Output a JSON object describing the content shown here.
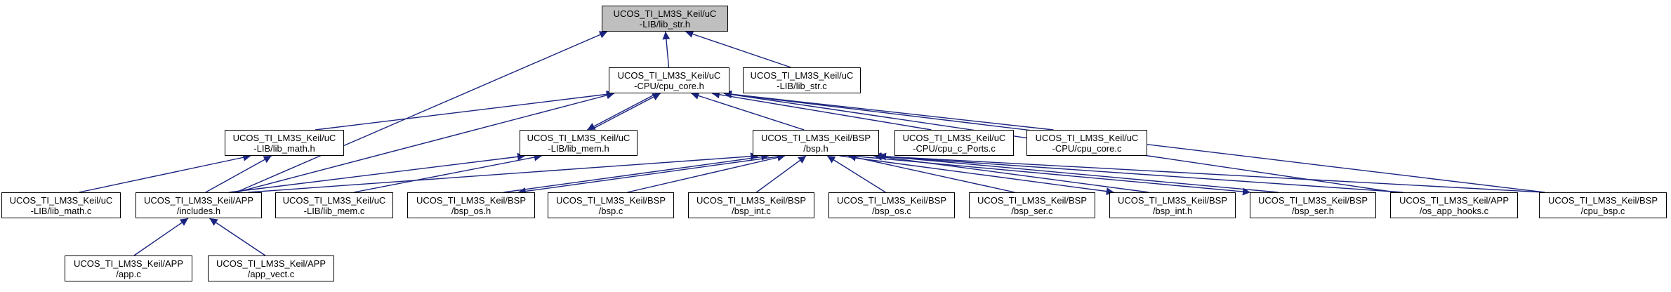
{
  "nodes": {
    "lib_str_h": {
      "line1": "UCOS_TI_LM3S_Keil/uC",
      "line2": "-LIB/lib_str.h",
      "current": true
    },
    "cpu_core_h": {
      "line1": "UCOS_TI_LM3S_Keil/uC",
      "line2": "-CPU/cpu_core.h"
    },
    "lib_str_c": {
      "line1": "UCOS_TI_LM3S_Keil/uC",
      "line2": "-LIB/lib_str.c"
    },
    "lib_math_h": {
      "line1": "UCOS_TI_LM3S_Keil/uC",
      "line2": "-LIB/lib_math.h"
    },
    "lib_mem_h": {
      "line1": "UCOS_TI_LM3S_Keil/uC",
      "line2": "-LIB/lib_mem.h"
    },
    "bsp_h": {
      "line1": "UCOS_TI_LM3S_Keil/BSP",
      "line2": "/bsp.h"
    },
    "cpu_c_ports": {
      "line1": "UCOS_TI_LM3S_Keil/uC",
      "line2": "-CPU/cpu_c_Ports.c"
    },
    "cpu_core_c": {
      "line1": "UCOS_TI_LM3S_Keil/uC",
      "line2": "-CPU/cpu_core.c"
    },
    "lib_math_c": {
      "line1": "UCOS_TI_LM3S_Keil/uC",
      "line2": "-LIB/lib_math.c"
    },
    "includes_h": {
      "line1": "UCOS_TI_LM3S_Keil/APP",
      "line2": "/includes.h"
    },
    "lib_mem_c": {
      "line1": "UCOS_TI_LM3S_Keil/uC",
      "line2": "-LIB/lib_mem.c"
    },
    "bsp_os_h": {
      "line1": "UCOS_TI_LM3S_Keil/BSP",
      "line2": "/bsp_os.h"
    },
    "bsp_c": {
      "line1": "UCOS_TI_LM3S_Keil/BSP",
      "line2": "/bsp.c"
    },
    "bsp_int_c": {
      "line1": "UCOS_TI_LM3S_Keil/BSP",
      "line2": "/bsp_int.c"
    },
    "bsp_os_c": {
      "line1": "UCOS_TI_LM3S_Keil/BSP",
      "line2": "/bsp_os.c"
    },
    "bsp_ser_c": {
      "line1": "UCOS_TI_LM3S_Keil/BSP",
      "line2": "/bsp_ser.c"
    },
    "bsp_int_h": {
      "line1": "UCOS_TI_LM3S_Keil/BSP",
      "line2": "/bsp_int.h"
    },
    "bsp_ser_h": {
      "line1": "UCOS_TI_LM3S_Keil/BSP",
      "line2": "/bsp_ser.h"
    },
    "os_app_hooks": {
      "line1": "UCOS_TI_LM3S_Keil/APP",
      "line2": "/os_app_hooks.c"
    },
    "cpu_bsp_c": {
      "line1": "UCOS_TI_LM3S_Keil/BSP",
      "line2": "/cpu_bsp.c"
    },
    "app_c": {
      "line1": "UCOS_TI_LM3S_Keil/APP",
      "line2": "/app.c"
    },
    "app_vect_c": {
      "line1": "UCOS_TI_LM3S_Keil/APP",
      "line2": "/app_vect.c"
    }
  },
  "edges": [
    [
      "cpu_core_h",
      "lib_str_h"
    ],
    [
      "lib_str_c",
      "lib_str_h"
    ],
    [
      "includes_h",
      "lib_str_h"
    ],
    [
      "lib_math_h",
      "cpu_core_h"
    ],
    [
      "lib_mem_h",
      "cpu_core_h"
    ],
    [
      "cpu_core_h",
      "lib_mem_h"
    ],
    [
      "bsp_h",
      "cpu_core_h"
    ],
    [
      "cpu_c_ports",
      "cpu_core_h"
    ],
    [
      "cpu_core_c",
      "cpu_core_h"
    ],
    [
      "includes_h",
      "cpu_core_h"
    ],
    [
      "os_app_hooks",
      "cpu_core_h"
    ],
    [
      "cpu_bsp_c",
      "cpu_core_h"
    ],
    [
      "lib_math_c",
      "lib_math_h"
    ],
    [
      "includes_h",
      "lib_math_h"
    ],
    [
      "lib_mem_c",
      "lib_mem_h"
    ],
    [
      "includes_h",
      "lib_mem_h"
    ],
    [
      "includes_h",
      "bsp_h"
    ],
    [
      "bsp_os_h",
      "bsp_h"
    ],
    [
      "bsp_h",
      "bsp_os_h"
    ],
    [
      "bsp_c",
      "bsp_h"
    ],
    [
      "bsp_int_c",
      "bsp_h"
    ],
    [
      "bsp_os_c",
      "bsp_h"
    ],
    [
      "bsp_ser_c",
      "bsp_h"
    ],
    [
      "bsp_int_h",
      "bsp_h"
    ],
    [
      "bsp_h",
      "bsp_int_h"
    ],
    [
      "bsp_ser_h",
      "bsp_h"
    ],
    [
      "bsp_h",
      "bsp_ser_h"
    ],
    [
      "os_app_hooks",
      "bsp_h"
    ],
    [
      "cpu_bsp_c",
      "bsp_h"
    ],
    [
      "app_c",
      "includes_h"
    ],
    [
      "app_vect_c",
      "includes_h"
    ]
  ]
}
